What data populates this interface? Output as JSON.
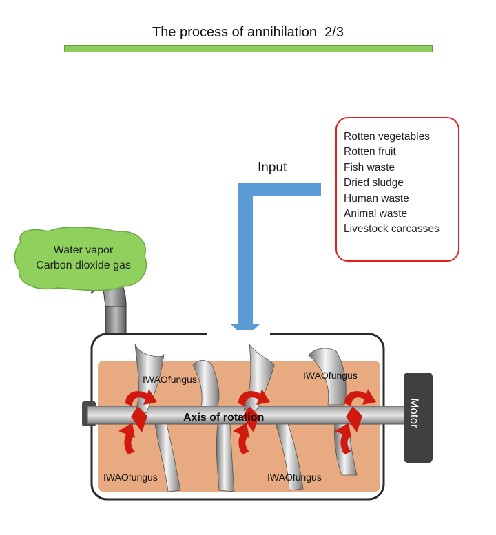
{
  "title": "The process of annihilation  2/3",
  "input_label": "Input",
  "waste_items": [
    "Rotten vegetables",
    "Rotten fruit",
    "Fish waste",
    "Dried sludge",
    "Human waste",
    "Animal waste",
    "Livestock carcasses"
  ],
  "cloud_lines": [
    "Water vapor",
    "Carbon dioxide gas"
  ],
  "fungus_labels": [
    "IWAOfungus",
    "IWAOfungus",
    "IWAOfungus",
    "IWAOfungus"
  ],
  "axis_label": "Axis of rotation",
  "motor_label": "Motor",
  "colors": {
    "title_bar": "#8dcc5a",
    "input_arrow": "#5b9bd5",
    "waste_border": "#e02020",
    "cloud": "#8fd15c",
    "tank_fill": "#e8aa80",
    "motor": "#404040",
    "rotation_arrows": "#d01a10"
  }
}
